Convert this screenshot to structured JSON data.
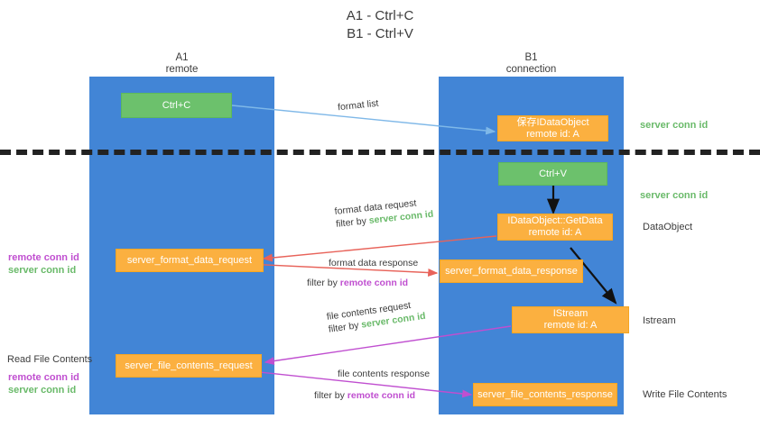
{
  "title": {
    "line1": "A1 - Ctrl+C",
    "line2": "B1 - Ctrl+V"
  },
  "lanes": [
    {
      "id": "A1",
      "name": "A1",
      "role": "remote",
      "color": "#4285d6"
    },
    {
      "id": "B1",
      "name": "B1",
      "role": "connection",
      "color": "#4285d6"
    }
  ],
  "colors": {
    "lane": "#4285d6",
    "green_box": "#6cc16c",
    "orange_box": "#fbb040",
    "server_conn_id": "#6aba6a",
    "remote_conn_id": "#c04fd0",
    "format_arrow": "#7fb8e8",
    "data_arrow": "#e8635a",
    "stream_arrow": "#c04fd0",
    "black_arrow": "#111111",
    "divider": "#222222"
  },
  "boxes": {
    "ctrl_c": {
      "label": "Ctrl+C",
      "style": "green"
    },
    "save_idataobject": {
      "line1": "保存IDataObject",
      "line2": "remote id: A",
      "style": "orange"
    },
    "ctrl_v": {
      "label": "Ctrl+V",
      "style": "green"
    },
    "getdata": {
      "line1": "IDataObject::GetData",
      "line2": "remote id: A",
      "style": "orange"
    },
    "format_data_request": {
      "label": "server_format_data_request",
      "style": "orange"
    },
    "format_data_response": {
      "label": "server_format_data_response",
      "style": "orange"
    },
    "istream": {
      "line1": "IStream",
      "line2": "remote id: A",
      "style": "orange"
    },
    "file_contents_request": {
      "label": "server_file_contents_request",
      "style": "orange"
    },
    "file_contents_response": {
      "label": "server_file_contents_response",
      "style": "orange"
    }
  },
  "edge_labels": {
    "format_list": "format list",
    "format_data_request": {
      "line1": "format data request",
      "prefix": "filter by ",
      "key": "server conn id"
    },
    "format_data_response": {
      "line1": "format data response",
      "prefix": "filter by ",
      "key": "remote conn id"
    },
    "file_contents_request": {
      "line1": "file contents request",
      "prefix": "filter by ",
      "key": "server conn id"
    },
    "file_contents_response": {
      "line1": "file contents response",
      "prefix": "filter by ",
      "key": "remote conn id"
    }
  },
  "right_notes": {
    "server_conn_id_top": "server conn id",
    "server_conn_id_mid": "server conn id",
    "dataobject": "DataObject",
    "istream": "Istream",
    "write_file_contents": "Write File Contents"
  },
  "left_notes": {
    "remote_conn_id_1": "remote conn id",
    "server_conn_id_1": "server conn id",
    "read_file_contents": "Read File Contents",
    "remote_conn_id_2": "remote conn id",
    "server_conn_id_2": "server conn id"
  }
}
